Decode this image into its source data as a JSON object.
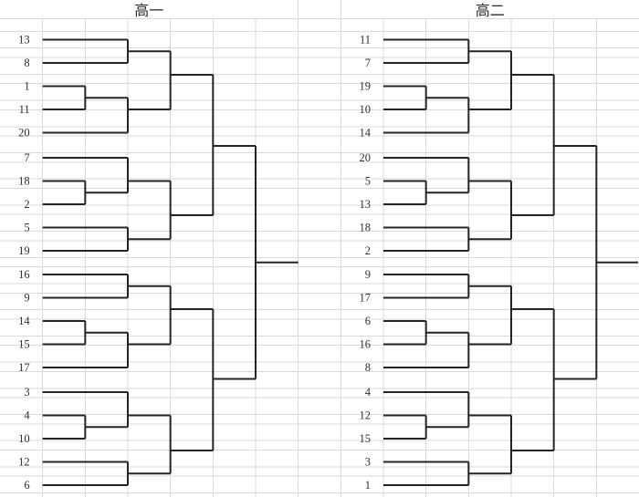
{
  "sheet": {
    "kind": "spreadsheet tournament bracket",
    "background": "#ffffff"
  },
  "brackets": [
    {
      "title": "高一",
      "side": "left",
      "groups": [
        {
          "shape": "A",
          "teams": [
            "13",
            "8",
            "1",
            "11",
            "20"
          ]
        },
        {
          "shape": "B",
          "teams": [
            "7",
            "18",
            "2",
            "5",
            "19"
          ]
        },
        {
          "shape": "A",
          "teams": [
            "16",
            "9",
            "14",
            "15",
            "17"
          ]
        },
        {
          "shape": "B",
          "teams": [
            "3",
            "4",
            "10",
            "12",
            "6"
          ]
        }
      ]
    },
    {
      "title": "高二",
      "side": "right",
      "groups": [
        {
          "shape": "A",
          "teams": [
            "11",
            "7",
            "19",
            "10",
            "14"
          ]
        },
        {
          "shape": "B",
          "teams": [
            "20",
            "5",
            "13",
            "18",
            "2"
          ]
        },
        {
          "shape": "A",
          "teams": [
            "9",
            "17",
            "6",
            "16",
            "8"
          ]
        },
        {
          "shape": "B",
          "teams": [
            "4",
            "12",
            "15",
            "3",
            "1"
          ]
        }
      ]
    }
  ],
  "colors": {
    "bracket_line": "#242424",
    "gridline": "#d9d9d9",
    "text": "#2f2f2f",
    "background": "#ffffff"
  }
}
